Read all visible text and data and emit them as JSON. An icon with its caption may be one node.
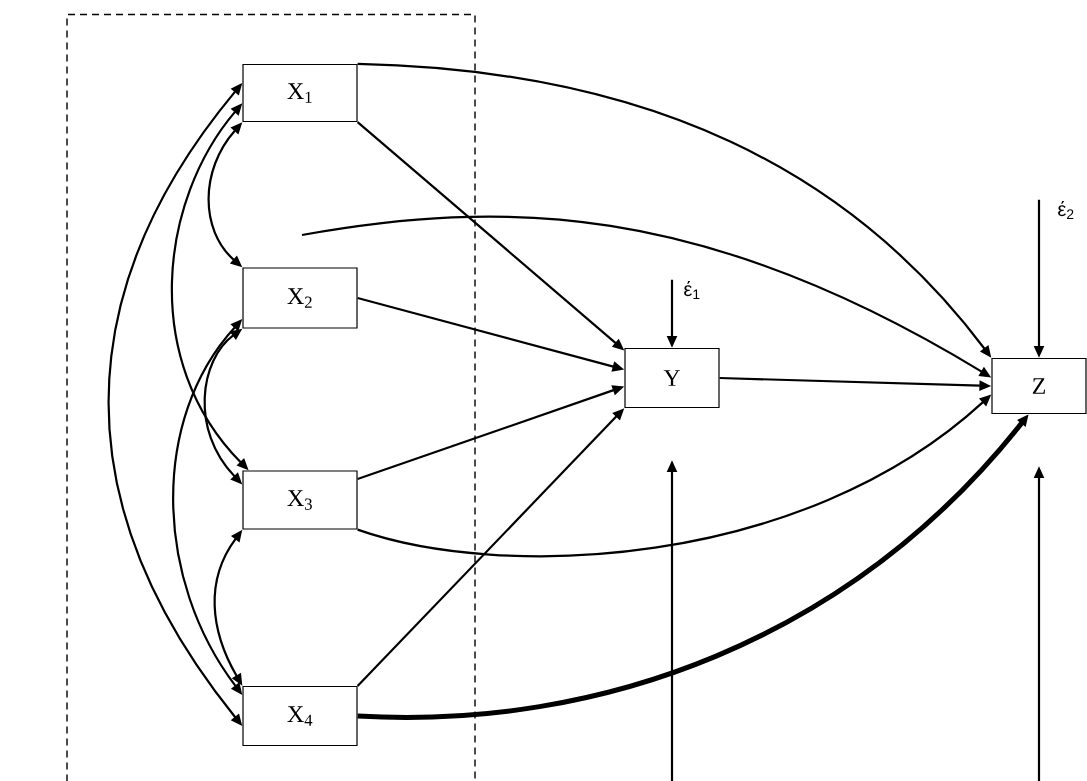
{
  "diagram": {
    "nodes": [
      {
        "text": [],
        "shape": "box"
      },
      {
        "text": [
          "X$_{1}$"
        ],
        "in": 0
      },
      {
        "text": [
          "X$_{2}$"
        ],
        "in": 0
      },
      {
        "text": [
          "X$_{3}$"
        ],
        "in": 0
      },
      {
        "text": [
          "X$_{4}$"
        ],
        "in": 0
      },
      {
        "text": [
          "Y"
        ]
      },
      {
        "text": [
          "Z"
        ]
      },
      {
        "text": [
          "έ$_{1}$"
        ]
      },
      {
        "text": [
          "έ$_{2}$"
        ]
      }
    ],
    "edges": [
      {
        "from": 1,
        "to": 2,
        "arrow": "both"
      },
      {
        "from": 1,
        "to": 3,
        "arrow": "both"
      },
      {
        "from": 1,
        "to": 4,
        "arrow": "both"
      },
      {
        "from": 2,
        "to": 3,
        "arrow": "both"
      },
      {
        "from": 2,
        "to": 4,
        "arrow": "both"
      },
      {
        "from": 3,
        "to": 4,
        "arrow": "both"
      },
      {
        "from": 1,
        "to": 5,
        "arrow": "to"
      },
      {
        "from": 2,
        "to": 5,
        "arrow": "to"
      },
      {
        "from": 3,
        "to": 5,
        "arrow": "to"
      },
      {
        "from": 4,
        "to": 5,
        "arrow": "to"
      },
      {
        "from": 1,
        "to": 6,
        "arrow": "to"
      },
      {
        "from": null,
        "to": 6,
        "arrow": "to"
      },
      {
        "from": 3,
        "to": 6,
        "arrow": "to"
      },
      {
        "from": 4,
        "to": 6,
        "arrow": "to",
        "style": "thick"
      },
      {
        "from": 5,
        "to": 6,
        "arrow": "to"
      },
      {
        "from": 7,
        "to": 5,
        "arrow": "to"
      },
      {
        "from": 8,
        "to": 6,
        "arrow": "to"
      },
      {
        "from": null,
        "to": 5,
        "arrow": "to"
      },
      {
        "from": null,
        "to": 6,
        "arrow": "to"
      }
    ]
  }
}
